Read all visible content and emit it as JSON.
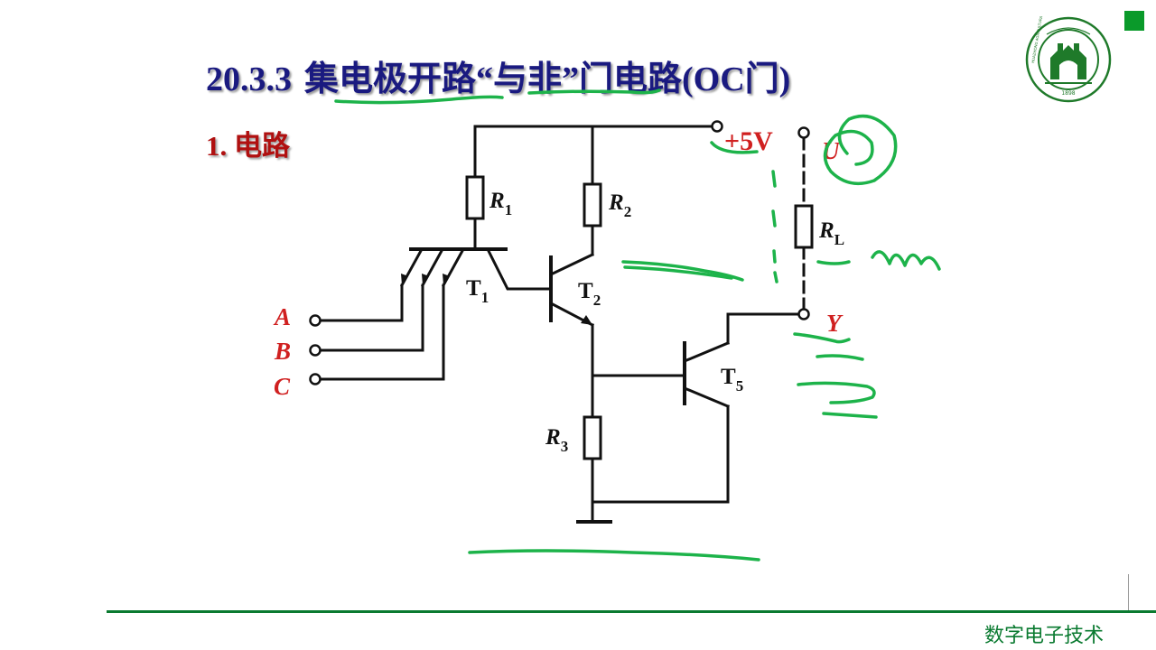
{
  "slide": {
    "title_number": "20.3.3",
    "title_text": "集电极开路“与非”门电路(OC门)",
    "section_heading": "1. 电路",
    "footer": "数字电子技术",
    "logo_name": "university-seal-icon",
    "logo_text": "HUAZHONG AGRICULTURAL UNIVERSITY",
    "logo_year": "1898"
  },
  "circuit": {
    "supply": "+5V",
    "input_a": "A",
    "input_b": "B",
    "input_c": "C",
    "output": "Y",
    "external_supply": "U",
    "resistors": {
      "r1": {
        "letter": "R",
        "sub": "1"
      },
      "r2": {
        "letter": "R",
        "sub": "2"
      },
      "r3": {
        "letter": "R",
        "sub": "3"
      },
      "rl": {
        "letter": "R",
        "sub": "L"
      }
    },
    "transistors": {
      "t1": {
        "letter": "T",
        "sub": "1"
      },
      "t2": {
        "letter": "T",
        "sub": "2"
      },
      "t5": {
        "letter": "T",
        "sub": "5"
      }
    }
  },
  "colors": {
    "title": "#1a1a80",
    "heading": "#b01010",
    "label_red": "#d02020",
    "annotation_green": "#1db34a",
    "footer_green": "#0a7a30",
    "wire": "#111111"
  }
}
